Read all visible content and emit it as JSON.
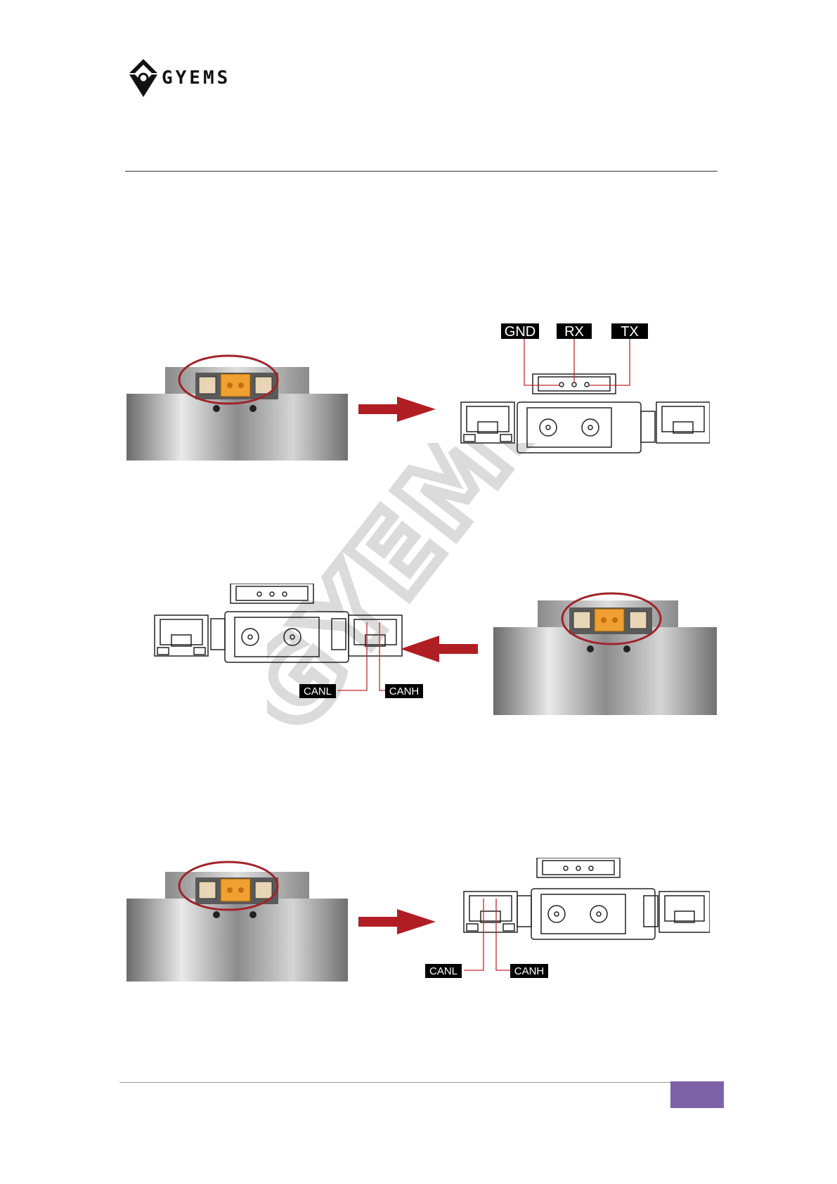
{
  "header": {
    "brand": "GYEMS"
  },
  "figures": {
    "uart": {
      "labels": {
        "gnd": "GND",
        "rx": "RX",
        "tx": "TX"
      }
    },
    "can_right": {
      "labels": {
        "canl": "CANL",
        "canh": "CANH"
      }
    },
    "can_left": {
      "labels": {
        "canl": "CANL",
        "canh": "CANH"
      }
    }
  },
  "watermark": "GYEMS",
  "colors": {
    "accent": "#7e62a8",
    "highlight_ring": "#a0232a",
    "arrow": "#b01e24",
    "connector_orange": "#f0a030",
    "label_bg": "#000000"
  }
}
